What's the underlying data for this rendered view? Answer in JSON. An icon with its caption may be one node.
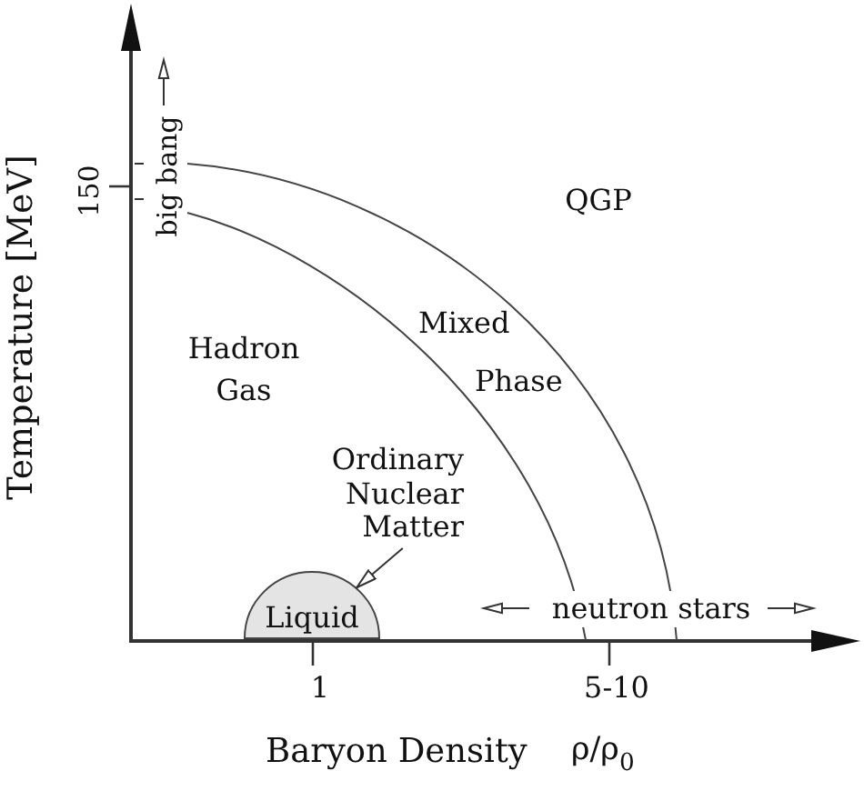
{
  "diagram": {
    "nodes": [
      {
        "text": [
          "Ordinary Nuclear Matter"
        ]
      },
      {
        "text": [
          "Liquid"
        ]
      }
    ],
    "edges": [
      {
        "from": 0,
        "to": 1,
        "arrow": "to"
      }
    ],
    "labels": [
      "big bang",
      "150",
      "QGP",
      "Mixed Phase",
      "Hadron Gas",
      "Temperature [MeV]",
      "neutron stars",
      "1",
      "5-10",
      "Baryon Density",
      "ρ/ρ$_{0}$"
    ]
  }
}
